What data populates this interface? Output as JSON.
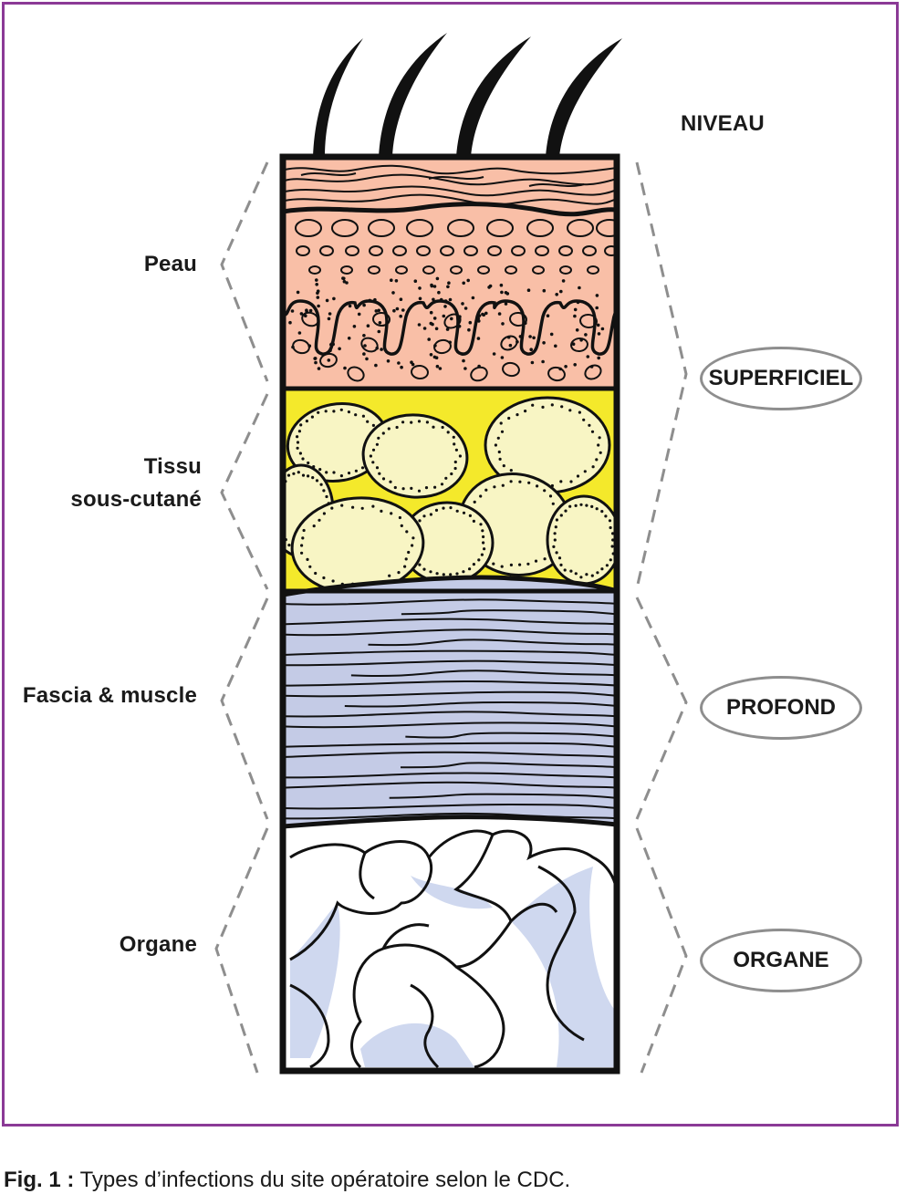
{
  "figure": {
    "level_heading": "NIVEAU",
    "layers": [
      {
        "label_lines": [
          "Peau"
        ],
        "color": "#f9bfa7"
      },
      {
        "label_lines": [
          "Tissu",
          "sous-cutané"
        ],
        "color": "#f4e92b"
      },
      {
        "label_lines": [
          "Fascia & muscle"
        ],
        "color": "#c4cbe6"
      },
      {
        "label_lines": [
          "Organe"
        ],
        "color": "#ffffff"
      }
    ],
    "levels": [
      {
        "label": "SUPERFICIEL"
      },
      {
        "label": "PROFOND"
      },
      {
        "label": "ORGANE"
      }
    ],
    "colors": {
      "frame": "#8b3a96",
      "outline": "#111111",
      "bracket": "#8e8e8e",
      "fat_cell": "#f8f5c4",
      "organ_shadow": "#cfd8ef"
    }
  },
  "caption": {
    "prefix": "Fig. 1 :",
    "text": " Types d’infections du site opératoire selon le CDC."
  }
}
